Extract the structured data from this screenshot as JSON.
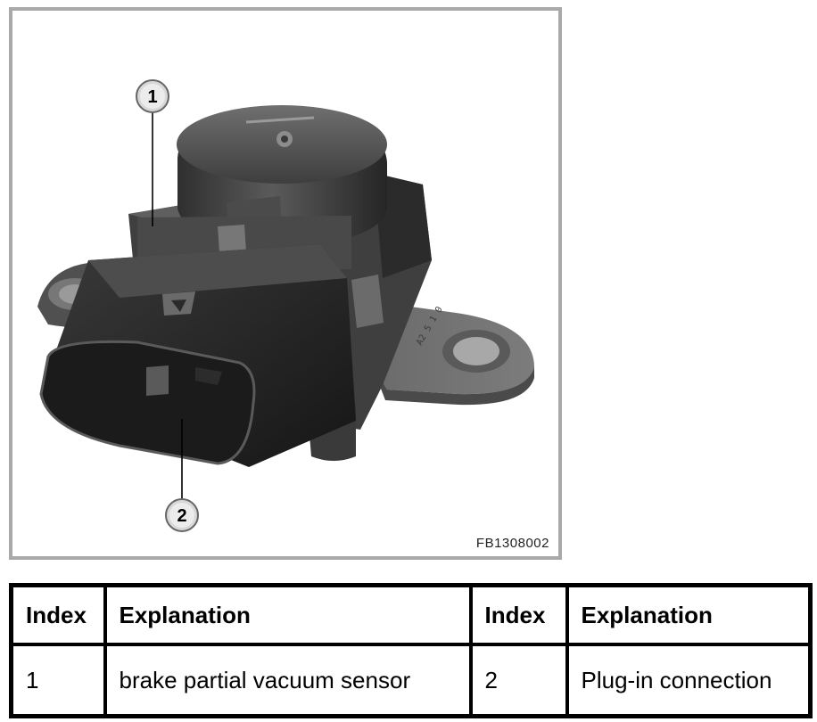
{
  "figure": {
    "code": "FB1308002",
    "callouts": [
      {
        "number": "1"
      },
      {
        "number": "2"
      }
    ]
  },
  "legend_table": {
    "headers": [
      "Index",
      "Explanation",
      "Index",
      "Explanation"
    ],
    "rows": [
      [
        "1",
        "brake partial vacuum sensor",
        "2",
        "Plug-in connection"
      ]
    ]
  }
}
